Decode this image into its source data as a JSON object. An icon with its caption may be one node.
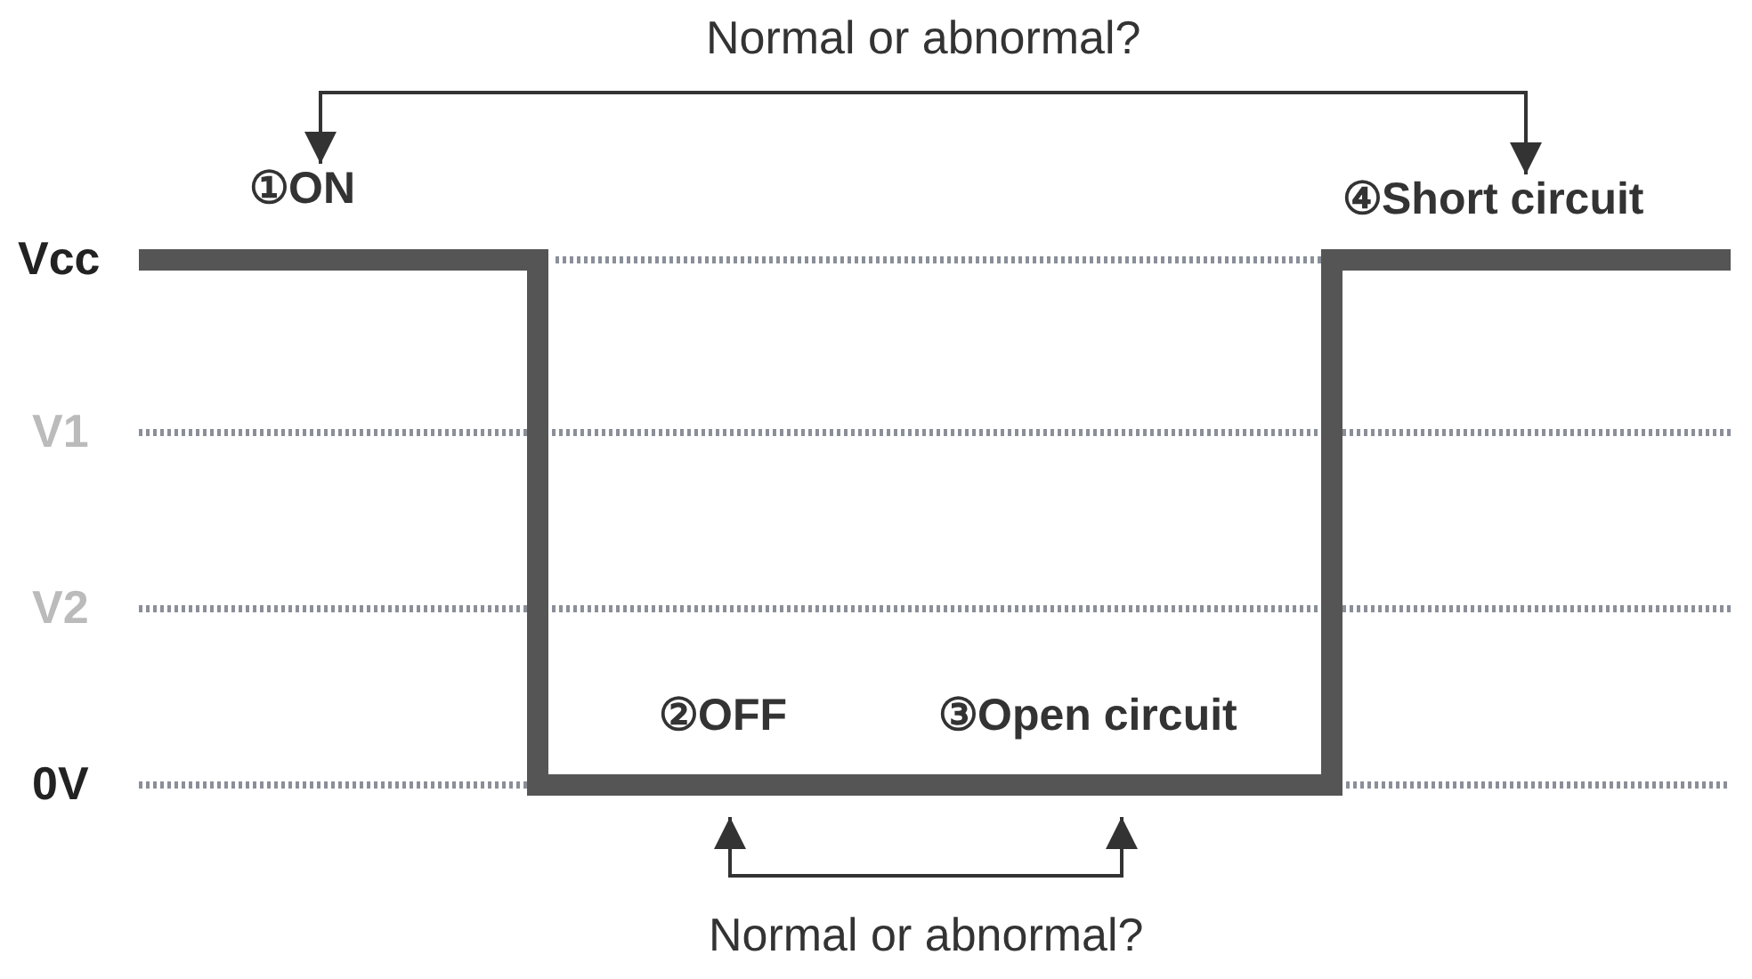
{
  "diagram": {
    "nodes": [
      {
        "text": [
          "①ON"
        ]
      },
      {
        "text": [
          "④Short circuit"
        ]
      },
      {
        "text": [
          "②OFF"
        ]
      },
      {
        "text": [
          "③Open circuit"
        ]
      }
    ],
    "edges": [
      {
        "from": 0,
        "to": 1,
        "arrow": "both",
        "label": "Normal or abnormal?"
      },
      {
        "from": 2,
        "to": 3,
        "arrow": "both",
        "label": "Normal or abnormal?"
      }
    ],
    "labels": [
      "Vcc",
      "V1",
      "V2",
      "0V"
    ]
  }
}
